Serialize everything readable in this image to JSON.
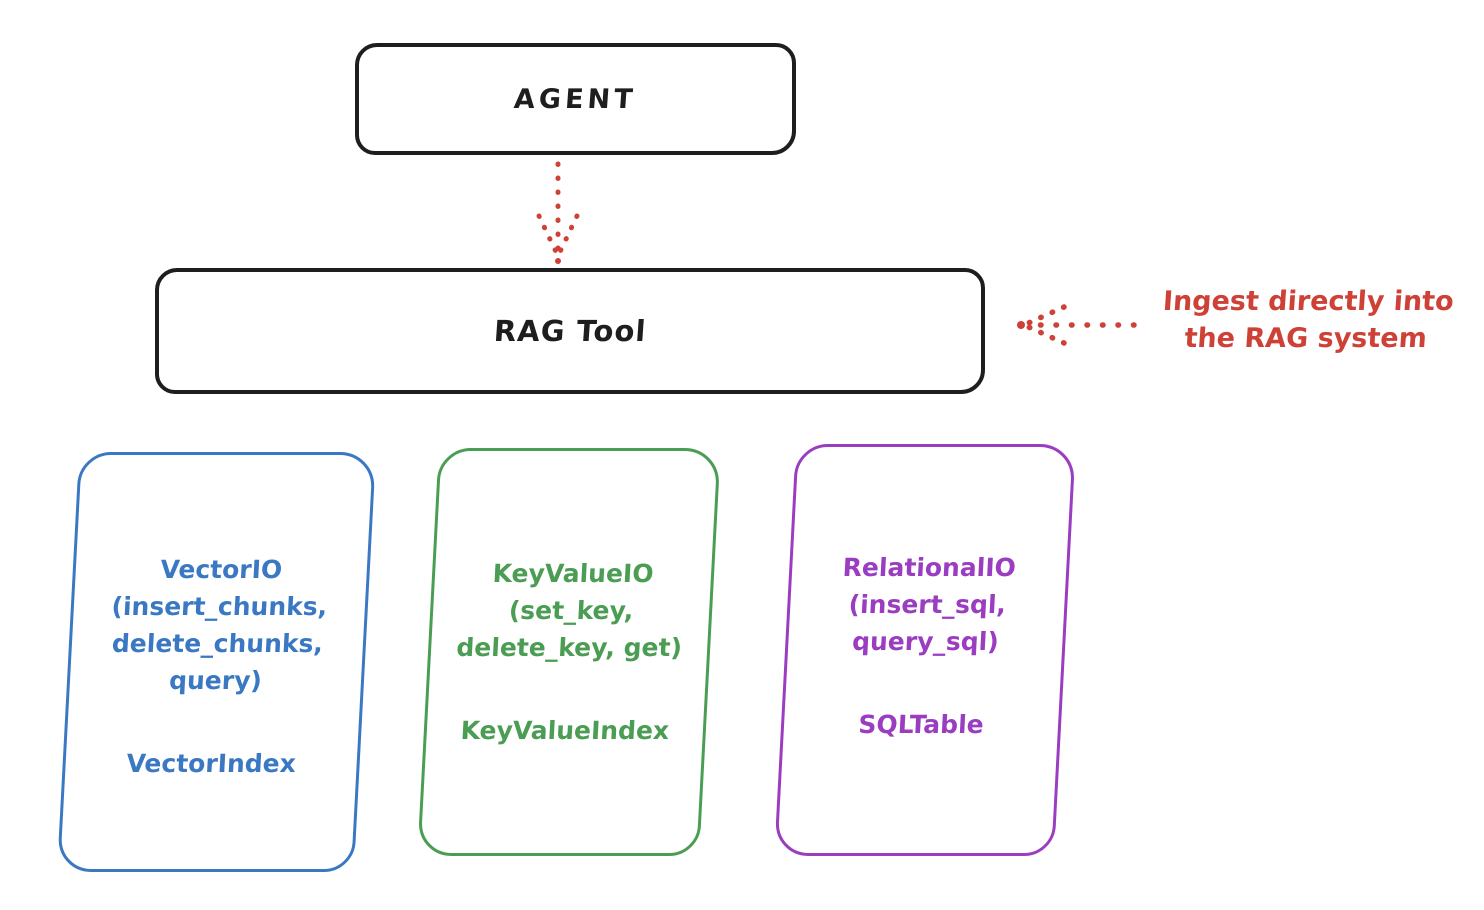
{
  "colors": {
    "stroke_black": "#1e1e1e",
    "accent_red": "#cd4137",
    "accent_blue": "#3b78c3",
    "accent_green": "#4a9d53",
    "accent_purple": "#9b3dc1",
    "background": "#ffffff"
  },
  "diagram": {
    "agent_node": {
      "label": "AGENT"
    },
    "rag_tool_node": {
      "label": "RAG Tool"
    },
    "ingest_annotation": {
      "line1": "Ingest directly into",
      "line2": "the RAG system"
    },
    "icons": {
      "agent_to_ragtool": "dotted-arrow-down",
      "ingest": "dotted-arrow-left"
    },
    "io_nodes": [
      {
        "name": "vector-io",
        "accent": "#3b78c3",
        "lines": [
          "VectorIO",
          "(insert_chunks,",
          "delete_chunks,",
          "query)"
        ],
        "index_label": "VectorIndex"
      },
      {
        "name": "keyvalue-io",
        "accent": "#4a9d53",
        "lines": [
          "KeyValueIO",
          "(set_key,",
          "delete_key, get)"
        ],
        "index_label": "KeyValueIndex"
      },
      {
        "name": "relational-io",
        "accent": "#9b3dc1",
        "lines": [
          "RelationalIO",
          "(insert_sql,",
          "query_sql)"
        ],
        "index_label": "SQLTable"
      }
    ]
  }
}
